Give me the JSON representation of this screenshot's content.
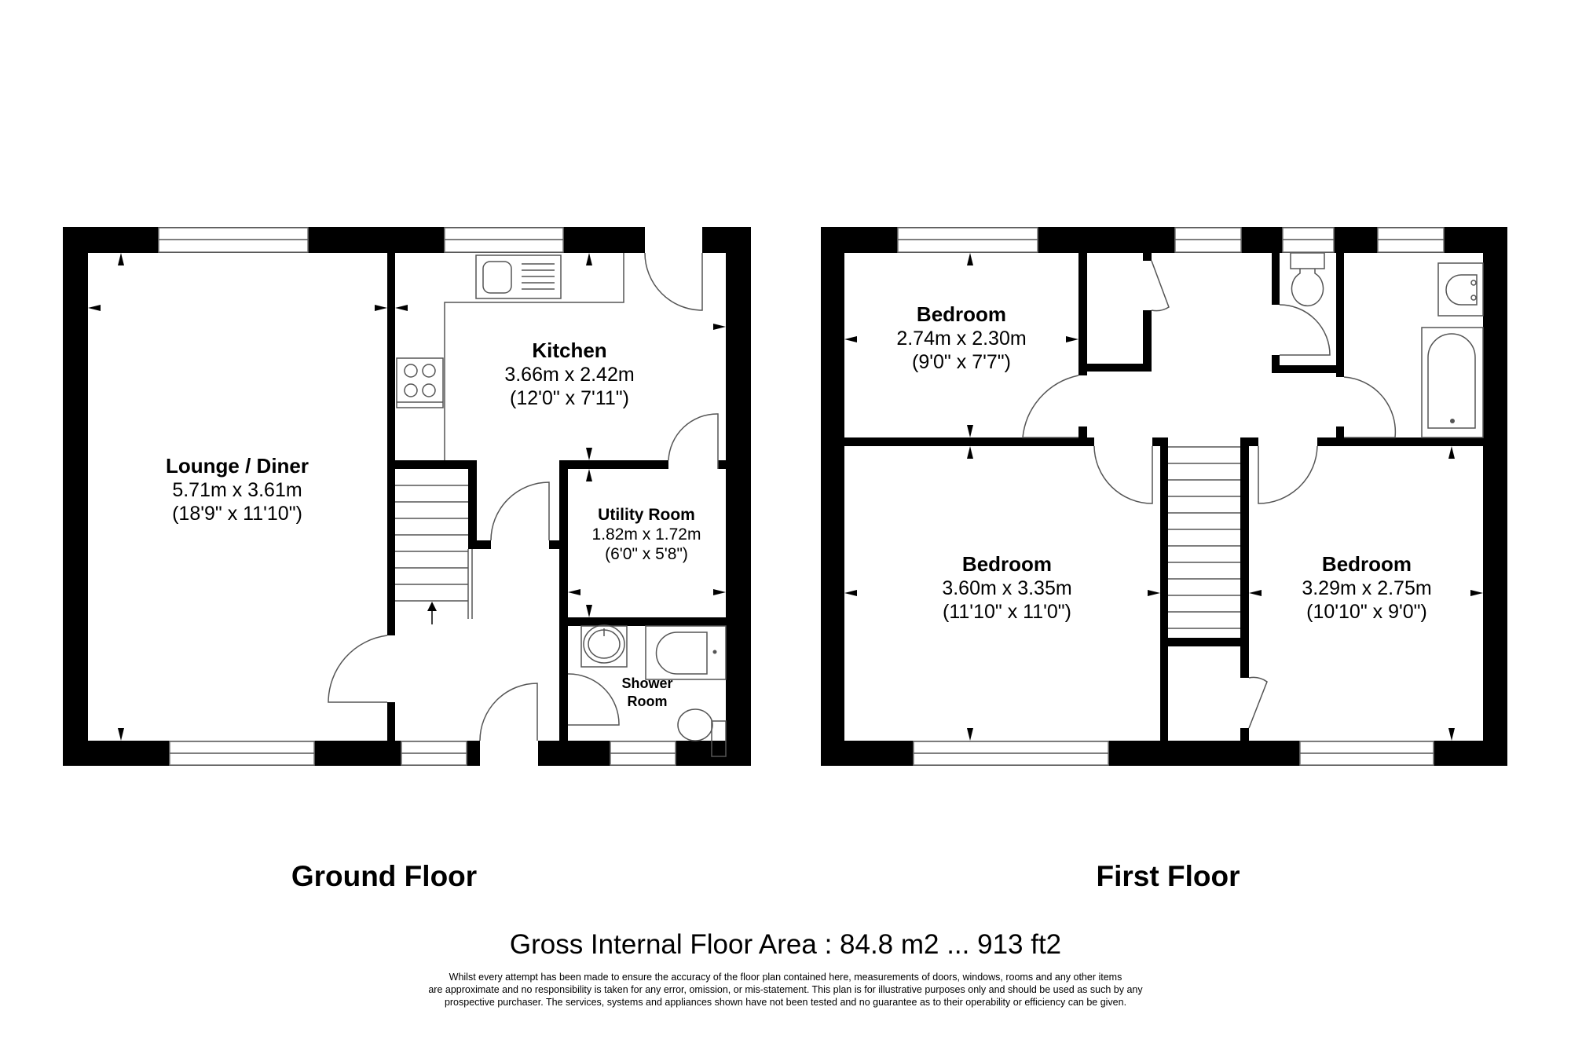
{
  "floors": {
    "ground": {
      "title": "Ground Floor",
      "rooms": {
        "lounge": {
          "name": "Lounge / Diner",
          "metric": "5.71m x 3.61m",
          "imperial": "(18'9\" x 11'10\")"
        },
        "kitchen": {
          "name": "Kitchen",
          "metric": "3.66m x 2.42m",
          "imperial": "(12'0\" x 7'11\")"
        },
        "utility": {
          "name": "Utility Room",
          "metric": "1.82m x 1.72m",
          "imperial": "(6'0\" x 5'8\")"
        },
        "shower": {
          "name_line1": "Shower",
          "name_line2": "Room"
        }
      }
    },
    "first": {
      "title": "First Floor",
      "rooms": {
        "bedroom_small": {
          "name": "Bedroom",
          "metric": "2.74m x 2.30m",
          "imperial": "(9'0\" x 7'7\")"
        },
        "bedroom_left": {
          "name": "Bedroom",
          "metric": "3.60m x 3.35m",
          "imperial": "(11'10\" x 11'0\")"
        },
        "bedroom_right": {
          "name": "Bedroom",
          "metric": "3.29m x 2.75m",
          "imperial": "(10'10\" x 9'0\")"
        }
      }
    }
  },
  "footer": {
    "gross_area": "Gross Internal Floor Area : 84.8 m2 ... 913 ft2",
    "disclaimer_lines": [
      "Whilst every attempt has been made to ensure the accuracy of the floor plan contained here, measurements of doors, windows, rooms and any other items",
      "are approximate and no responsibility is taken for any error, omission, or mis-statement. This plan is for illustrative purposes only and should be used as such by any",
      "prospective purchaser. The services, systems and appliances shown have not been tested and no guarantee as to their operability or efficiency can be given."
    ]
  },
  "colors": {
    "wall": "#000000",
    "fixture_line": "#555555",
    "background": "#ffffff"
  }
}
